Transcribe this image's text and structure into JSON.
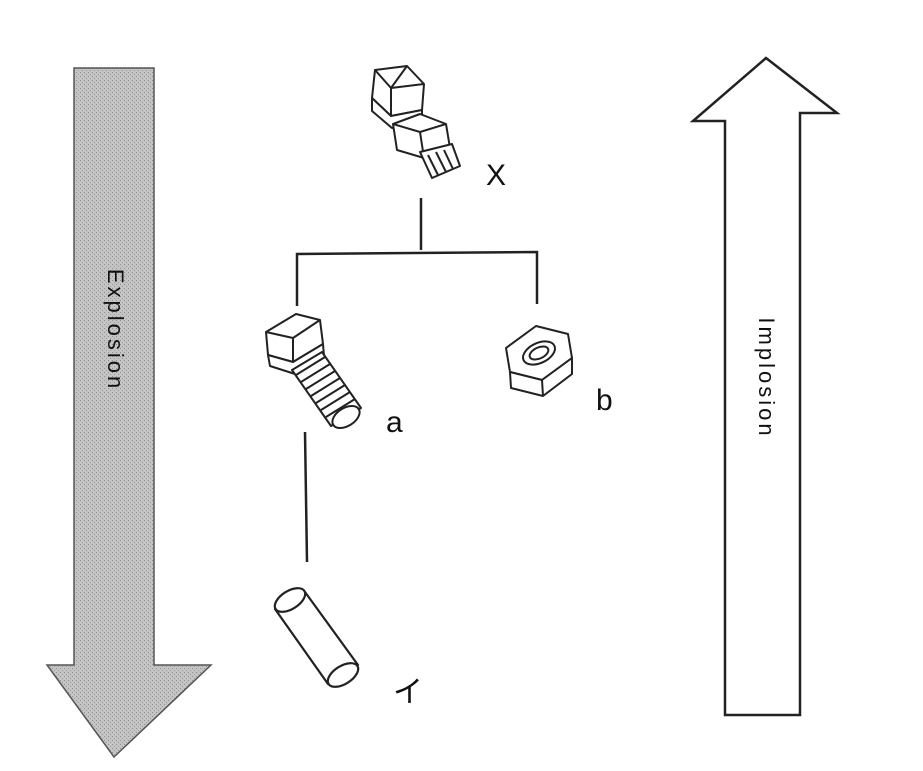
{
  "diagram": {
    "explosion_label": "Explosion",
    "implosion_label": "Implosion",
    "parts": {
      "assembly_label": "X",
      "bolt_label": "a",
      "nut_label": "b",
      "pin_label": "イ"
    }
  }
}
